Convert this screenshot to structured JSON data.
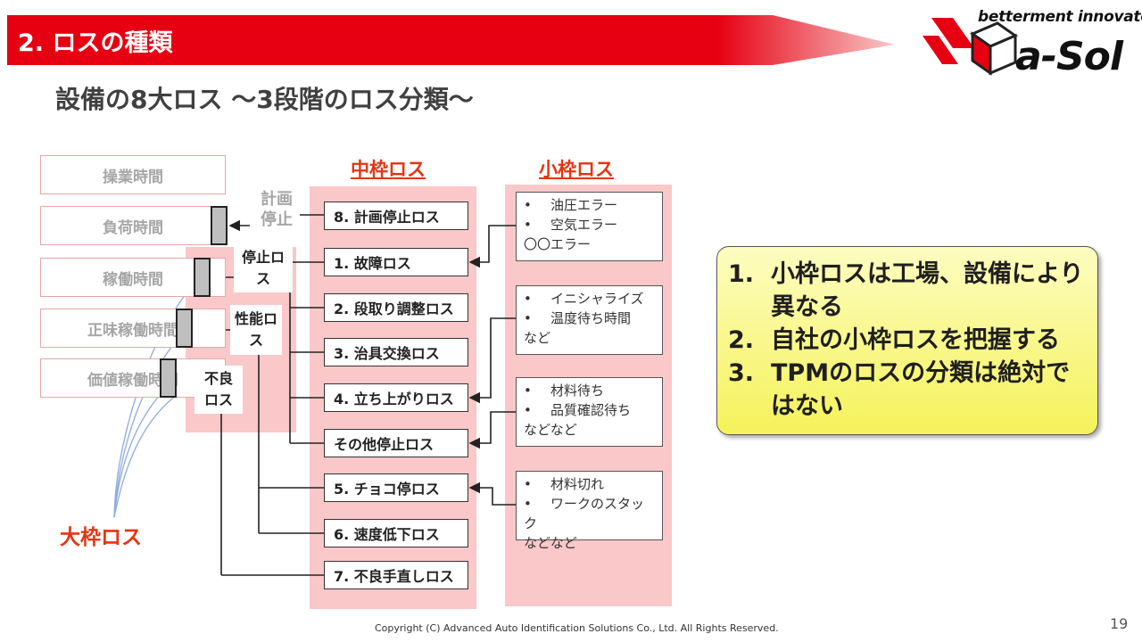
{
  "header": {
    "section_title": "2. ロスの種類",
    "subtitle": "設備の8大ロス ～3段階のロス分類～"
  },
  "logo": {
    "tagline": "betterment innovator",
    "name": "a-Sol",
    "colors": {
      "red": "#e60012",
      "dark": "#222222"
    }
  },
  "time_bars": [
    {
      "label": "操業時間"
    },
    {
      "label": "負荷時間"
    },
    {
      "label": "稼働時間"
    },
    {
      "label": "正味稼働時間"
    },
    {
      "label": "価値稼働時間"
    }
  ],
  "planned_stop_label": "計画停止",
  "big_losses": {
    "label": "大枠ロス",
    "stop": "停止ロス",
    "performance": "性能ロス",
    "defect": "不良ロス"
  },
  "middle_losses": {
    "heading": "中枠ロス",
    "items": [
      "8. 計画停止ロス",
      "1. 故障ロス",
      "2. 段取り調整ロス",
      "3. 治具交換ロス",
      "4. 立ち上がりロス",
      "その他停止ロス",
      "5. チョコ停ロス",
      "6. 速度低下ロス",
      "7. 不良手直しロス"
    ]
  },
  "small_losses": {
    "heading": "小枠ロス",
    "groups": [
      {
        "bullets": [
          "油圧エラー",
          "空気エラー"
        ],
        "tail": "〇〇エラー"
      },
      {
        "bullets": [
          "イニシャライズ",
          "温度待ち時間"
        ],
        "tail": "など"
      },
      {
        "bullets": [
          "材料待ち",
          "品質確認待ち"
        ],
        "tail": "などなど"
      },
      {
        "bullets": [
          "材料切れ",
          "ワークのスタック"
        ],
        "tail": "などなど"
      }
    ]
  },
  "callout": {
    "points": [
      {
        "num": "1.",
        "text": "小枠ロスは工場、設備により異なる"
      },
      {
        "num": "2.",
        "text": "自社の小枠ロスを把握する"
      },
      {
        "num": "3.",
        "text": "TPMのロスの分類は絶対ではない"
      }
    ]
  },
  "footer": {
    "copyright": "Copyright (C) Advanced Auto Identification Solutions Co., Ltd. All Rights Reserved.",
    "page": "19"
  },
  "colors": {
    "accent_red": "#e63312",
    "pink_panel": "#fac8c8",
    "banner_red": "#e60012"
  }
}
